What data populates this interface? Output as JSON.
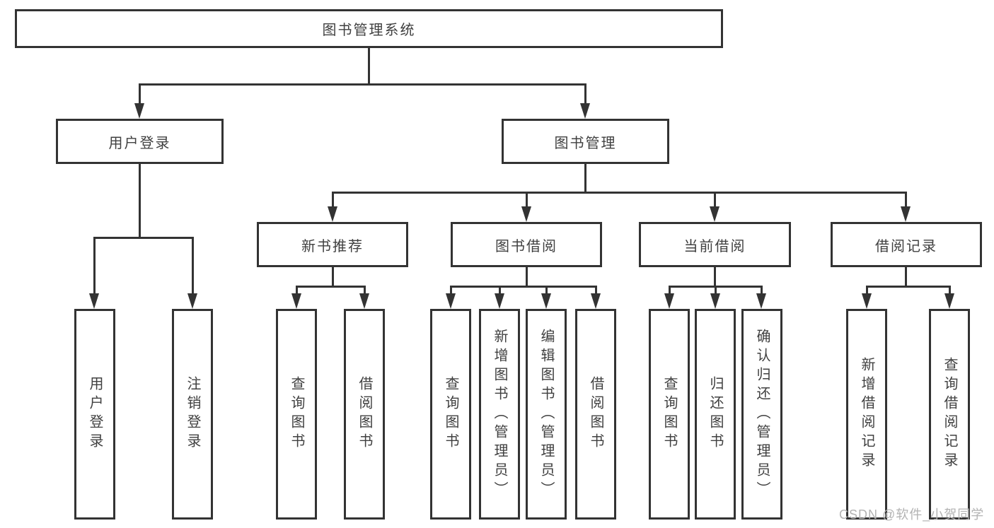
{
  "tree": {
    "root": {
      "label": "图书管理系统",
      "children": [
        {
          "label": "用户登录",
          "children": [
            {
              "label": "用户登录"
            },
            {
              "label": "注销登录"
            }
          ]
        },
        {
          "label": "图书管理",
          "children": [
            {
              "label": "新书推荐",
              "children": [
                {
                  "label": "查询图书"
                },
                {
                  "label": "借阅图书"
                }
              ]
            },
            {
              "label": "图书借阅",
              "children": [
                {
                  "label": "查询图书"
                },
                {
                  "label": "新增图书（管理员）"
                },
                {
                  "label": "编辑图书（管理员）"
                },
                {
                  "label": "借阅图书"
                }
              ]
            },
            {
              "label": "当前借阅",
              "children": [
                {
                  "label": "查询图书"
                },
                {
                  "label": "归还图书"
                },
                {
                  "label": "确认归还（管理员）"
                }
              ]
            },
            {
              "label": "借阅记录",
              "children": [
                {
                  "label": "新增借阅记录"
                },
                {
                  "label": "查询借阅记录"
                }
              ]
            }
          ]
        }
      ]
    }
  },
  "watermark": {
    "text": "CSDN @软件_小贺同学"
  },
  "colors": {
    "line": "#333333",
    "text": "#404040",
    "background": "#ffffff",
    "watermark": "#b3b3b3"
  }
}
